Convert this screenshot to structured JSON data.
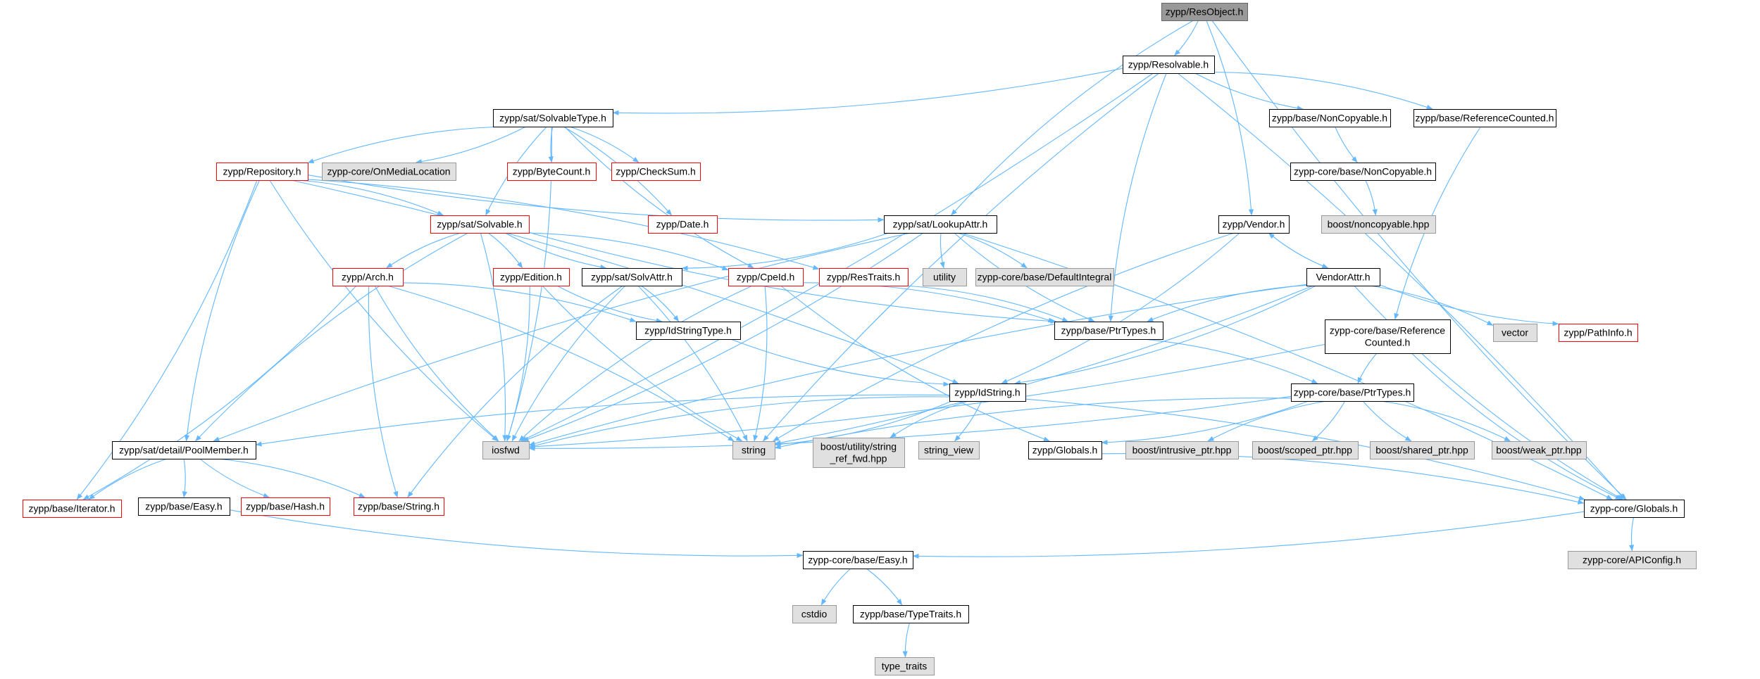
{
  "colors": {
    "normal_fill": "#ffffff",
    "normal_border": "#000000",
    "red_border": "#ff0000",
    "external_fill": "#e0e0e0",
    "external_border": "#999999",
    "root_fill": "#999999",
    "root_border": "#666666",
    "edge": "#63b8ff"
  },
  "nodes": [
    {
      "id": "resobject",
      "text": [
        "zypp/ResObject.h"
      ],
      "kind": "root"
    },
    {
      "id": "resolvable",
      "text": [
        "zypp/Resolvable.h"
      ],
      "kind": "normal"
    },
    {
      "id": "solvabletype",
      "text": [
        "zypp/sat/SolvableType.h"
      ],
      "kind": "normal"
    },
    {
      "id": "noncopyable",
      "text": [
        "zypp/base/NonCopyable.h"
      ],
      "kind": "normal"
    },
    {
      "id": "refcounted",
      "text": [
        "zypp/base/ReferenceCounted.h"
      ],
      "kind": "normal"
    },
    {
      "id": "repository",
      "text": [
        "zypp/Repository.h"
      ],
      "kind": "red"
    },
    {
      "id": "onmedialocation",
      "text": [
        "zypp-core/OnMediaLocation"
      ],
      "kind": "external"
    },
    {
      "id": "bytecount",
      "text": [
        "zypp/ByteCount.h"
      ],
      "kind": "red"
    },
    {
      "id": "checksum",
      "text": [
        "zypp/CheckSum.h"
      ],
      "kind": "red"
    },
    {
      "id": "core_noncopyable",
      "text": [
        "zypp-core/base/NonCopyable.h"
      ],
      "kind": "normal"
    },
    {
      "id": "solvable",
      "text": [
        "zypp/sat/Solvable.h"
      ],
      "kind": "red"
    },
    {
      "id": "date",
      "text": [
        "zypp/Date.h"
      ],
      "kind": "red"
    },
    {
      "id": "lookupattr",
      "text": [
        "zypp/sat/LookupAttr.h"
      ],
      "kind": "normal"
    },
    {
      "id": "vendor",
      "text": [
        "zypp/Vendor.h"
      ],
      "kind": "normal"
    },
    {
      "id": "boost_noncopyable",
      "text": [
        "boost/noncopyable.hpp"
      ],
      "kind": "external"
    },
    {
      "id": "arch",
      "text": [
        "zypp/Arch.h"
      ],
      "kind": "red"
    },
    {
      "id": "edition",
      "text": [
        "zypp/Edition.h"
      ],
      "kind": "red"
    },
    {
      "id": "solvattr",
      "text": [
        "zypp/sat/SolvAttr.h"
      ],
      "kind": "normal"
    },
    {
      "id": "cpeid",
      "text": [
        "zypp/CpeId.h"
      ],
      "kind": "red"
    },
    {
      "id": "restraits",
      "text": [
        "zypp/ResTraits.h"
      ],
      "kind": "red"
    },
    {
      "id": "utility",
      "text": [
        "utility"
      ],
      "kind": "external"
    },
    {
      "id": "defaultintegral",
      "text": [
        "zypp-core/base/DefaultIntegral"
      ],
      "kind": "external"
    },
    {
      "id": "vendorattr",
      "text": [
        "VendorAttr.h"
      ],
      "kind": "normal"
    },
    {
      "id": "idstringtype",
      "text": [
        "zypp/IdStringType.h"
      ],
      "kind": "normal"
    },
    {
      "id": "base_ptrtypes",
      "text": [
        "zypp/base/PtrTypes.h"
      ],
      "kind": "normal"
    },
    {
      "id": "core_refcounted",
      "text": [
        "zypp-core/base/Reference",
        "Counted.h"
      ],
      "kind": "normal"
    },
    {
      "id": "vector",
      "text": [
        "vector"
      ],
      "kind": "external"
    },
    {
      "id": "pathinfo",
      "text": [
        "zypp/PathInfo.h"
      ],
      "kind": "red"
    },
    {
      "id": "idstring",
      "text": [
        "zypp/IdString.h"
      ],
      "kind": "normal"
    },
    {
      "id": "core_ptrtypes",
      "text": [
        "zypp-core/base/PtrTypes.h"
      ],
      "kind": "normal"
    },
    {
      "id": "poolmember",
      "text": [
        "zypp/sat/detail/PoolMember.h"
      ],
      "kind": "normal"
    },
    {
      "id": "iosfwd",
      "text": [
        "iosfwd"
      ],
      "kind": "external"
    },
    {
      "id": "string",
      "text": [
        "string"
      ],
      "kind": "external"
    },
    {
      "id": "boost_string_ref",
      "text": [
        "boost/utility/string",
        "_ref_fwd.hpp"
      ],
      "kind": "external"
    },
    {
      "id": "string_view",
      "text": [
        "string_view"
      ],
      "kind": "external"
    },
    {
      "id": "globals",
      "text": [
        "zypp/Globals.h"
      ],
      "kind": "normal"
    },
    {
      "id": "intrusive_ptr",
      "text": [
        "boost/intrusive_ptr.hpp"
      ],
      "kind": "external"
    },
    {
      "id": "scoped_ptr",
      "text": [
        "boost/scoped_ptr.hpp"
      ],
      "kind": "external"
    },
    {
      "id": "shared_ptr",
      "text": [
        "boost/shared_ptr.hpp"
      ],
      "kind": "external"
    },
    {
      "id": "weak_ptr",
      "text": [
        "boost/weak_ptr.hpp"
      ],
      "kind": "external"
    },
    {
      "id": "iterator",
      "text": [
        "zypp/base/Iterator.h"
      ],
      "kind": "red"
    },
    {
      "id": "base_easy",
      "text": [
        "zypp/base/Easy.h"
      ],
      "kind": "normal"
    },
    {
      "id": "hash",
      "text": [
        "zypp/base/Hash.h"
      ],
      "kind": "red"
    },
    {
      "id": "base_string",
      "text": [
        "zypp/base/String.h"
      ],
      "kind": "red"
    },
    {
      "id": "core_globals",
      "text": [
        "zypp-core/Globals.h"
      ],
      "kind": "normal"
    },
    {
      "id": "core_easy",
      "text": [
        "zypp-core/base/Easy.h"
      ],
      "kind": "normal"
    },
    {
      "id": "apiconfig",
      "text": [
        "zypp-core/APIConfig.h"
      ],
      "kind": "external"
    },
    {
      "id": "cstdio",
      "text": [
        "cstdio"
      ],
      "kind": "external"
    },
    {
      "id": "typetraits_h",
      "text": [
        "zypp/base/TypeTraits.h"
      ],
      "kind": "normal"
    },
    {
      "id": "type_traits",
      "text": [
        "type_traits"
      ],
      "kind": "external"
    }
  ],
  "edges": [
    [
      "resobject",
      "resolvable"
    ],
    [
      "resobject",
      "lookupattr"
    ],
    [
      "resobject",
      "vendor"
    ],
    [
      "resobject",
      "core_globals"
    ],
    [
      "resolvable",
      "solvabletype"
    ],
    [
      "resolvable",
      "noncopyable"
    ],
    [
      "resolvable",
      "refcounted"
    ],
    [
      "resolvable",
      "base_ptrtypes"
    ],
    [
      "resolvable",
      "iosfwd"
    ],
    [
      "resolvable",
      "string"
    ],
    [
      "resolvable",
      "core_globals"
    ],
    [
      "solvabletype",
      "repository"
    ],
    [
      "solvabletype",
      "onmedialocation"
    ],
    [
      "solvabletype",
      "bytecount"
    ],
    [
      "solvabletype",
      "checksum"
    ],
    [
      "solvabletype",
      "solvable"
    ],
    [
      "solvabletype",
      "date"
    ],
    [
      "solvabletype",
      "cpeid"
    ],
    [
      "solvabletype",
      "iosfwd"
    ],
    [
      "noncopyable",
      "core_noncopyable"
    ],
    [
      "core_noncopyable",
      "boost_noncopyable"
    ],
    [
      "refcounted",
      "core_refcounted"
    ],
    [
      "repository",
      "solvable"
    ],
    [
      "repository",
      "lookupattr"
    ],
    [
      "repository",
      "idstring"
    ],
    [
      "repository",
      "poolmember"
    ],
    [
      "repository",
      "iterator"
    ],
    [
      "repository",
      "iosfwd"
    ],
    [
      "repository",
      "restraits"
    ],
    [
      "solvable",
      "arch"
    ],
    [
      "solvable",
      "edition"
    ],
    [
      "solvable",
      "solvattr"
    ],
    [
      "solvable",
      "cpeid"
    ],
    [
      "solvable",
      "poolmember"
    ],
    [
      "solvable",
      "iosfwd"
    ],
    [
      "solvable",
      "base_ptrtypes"
    ],
    [
      "lookupattr",
      "solvattr"
    ],
    [
      "lookupattr",
      "utility"
    ],
    [
      "lookupattr",
      "defaultintegral"
    ],
    [
      "lookupattr",
      "base_ptrtypes"
    ],
    [
      "lookupattr",
      "iosfwd"
    ],
    [
      "lookupattr",
      "poolmember"
    ],
    [
      "lookupattr",
      "core_globals"
    ],
    [
      "vendor",
      "vendorattr"
    ],
    [
      "vendor",
      "idstring"
    ],
    [
      "vendor",
      "string"
    ],
    [
      "vendorattr",
      "vendor"
    ],
    [
      "vendorattr",
      "base_ptrtypes"
    ],
    [
      "vendorattr",
      "vector"
    ],
    [
      "vendorattr",
      "pathinfo"
    ],
    [
      "vendorattr",
      "idstring"
    ],
    [
      "vendorattr",
      "iosfwd"
    ],
    [
      "vendorattr",
      "string"
    ],
    [
      "vendorattr",
      "core_globals"
    ],
    [
      "arch",
      "idstringtype"
    ],
    [
      "arch",
      "iosfwd"
    ],
    [
      "arch",
      "string"
    ],
    [
      "arch",
      "base_string"
    ],
    [
      "arch",
      "iterator"
    ],
    [
      "edition",
      "idstringtype"
    ],
    [
      "edition",
      "iosfwd"
    ],
    [
      "edition",
      "string"
    ],
    [
      "solvattr",
      "idstringtype"
    ],
    [
      "solvattr",
      "iosfwd"
    ],
    [
      "solvattr",
      "string"
    ],
    [
      "solvattr",
      "base_string"
    ],
    [
      "cpeid",
      "base_ptrtypes"
    ],
    [
      "cpeid",
      "iosfwd"
    ],
    [
      "cpeid",
      "string"
    ],
    [
      "cpeid",
      "globals"
    ],
    [
      "restraits",
      "base_ptrtypes"
    ],
    [
      "idstringtype",
      "idstring"
    ],
    [
      "base_ptrtypes",
      "core_ptrtypes"
    ],
    [
      "core_refcounted",
      "core_ptrtypes"
    ],
    [
      "core_refcounted",
      "iosfwd"
    ],
    [
      "core_refcounted",
      "core_globals"
    ],
    [
      "core_ptrtypes",
      "iosfwd"
    ],
    [
      "core_ptrtypes",
      "string"
    ],
    [
      "core_ptrtypes",
      "globals"
    ],
    [
      "core_ptrtypes",
      "intrusive_ptr"
    ],
    [
      "core_ptrtypes",
      "scoped_ptr"
    ],
    [
      "core_ptrtypes",
      "shared_ptr"
    ],
    [
      "core_ptrtypes",
      "weak_ptr"
    ],
    [
      "idstring",
      "iosfwd"
    ],
    [
      "idstring",
      "string"
    ],
    [
      "idstring",
      "boost_string_ref"
    ],
    [
      "idstring",
      "string_view"
    ],
    [
      "idstring",
      "poolmember"
    ],
    [
      "idstring",
      "core_globals"
    ],
    [
      "poolmember",
      "iterator"
    ],
    [
      "poolmember",
      "base_easy"
    ],
    [
      "poolmember",
      "hash"
    ],
    [
      "poolmember",
      "base_string"
    ],
    [
      "base_easy",
      "core_easy"
    ],
    [
      "globals",
      "core_globals"
    ],
    [
      "core_globals",
      "apiconfig"
    ],
    [
      "core_globals",
      "core_easy"
    ],
    [
      "core_easy",
      "cstdio"
    ],
    [
      "core_easy",
      "typetraits_h"
    ],
    [
      "typetraits_h",
      "type_traits"
    ]
  ]
}
